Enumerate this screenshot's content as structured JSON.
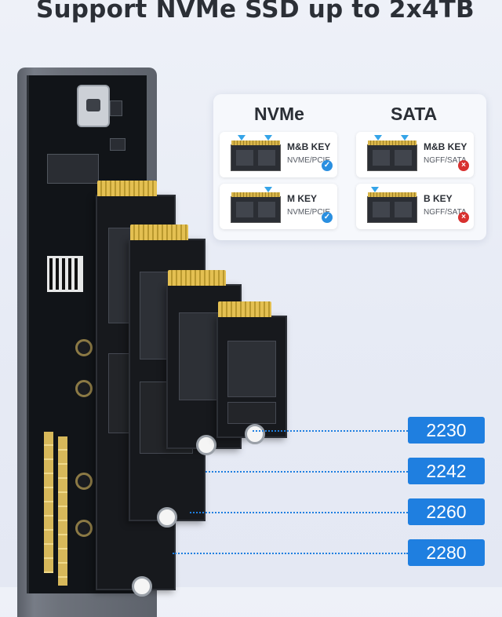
{
  "title": "Support NVMe SSD up to 2x4TB",
  "panel": {
    "columns": [
      "NVMe",
      "SATA"
    ],
    "cards": [
      {
        "key": "M&B KEY",
        "sub": "NVME/PCIE",
        "status": "supported"
      },
      {
        "key": "M KEY",
        "sub": "NVME/PCIE",
        "status": "supported"
      },
      {
        "key": "M&B KEY",
        "sub": "NGFF/SATA",
        "status": "unsupported"
      },
      {
        "key": "B KEY",
        "sub": "NGFF/SATA",
        "status": "unsupported"
      }
    ],
    "ok_icon": "✓",
    "no_icon": "×"
  },
  "sizes": [
    "2230",
    "2242",
    "2260",
    "2280"
  ],
  "colors": {
    "accent": "#1f7fe0",
    "ok": "#2a8fe0",
    "no": "#d8312f"
  }
}
